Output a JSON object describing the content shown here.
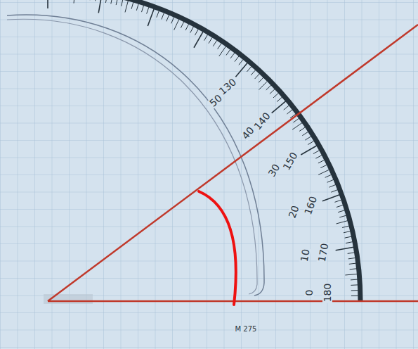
{
  "diagram": {
    "labels": [
      "50",
      "130",
      "40",
      "140",
      "30",
      "150",
      "20",
      "160",
      "10",
      "170",
      "0",
      "180",
      "M 275"
    ]
  }
}
